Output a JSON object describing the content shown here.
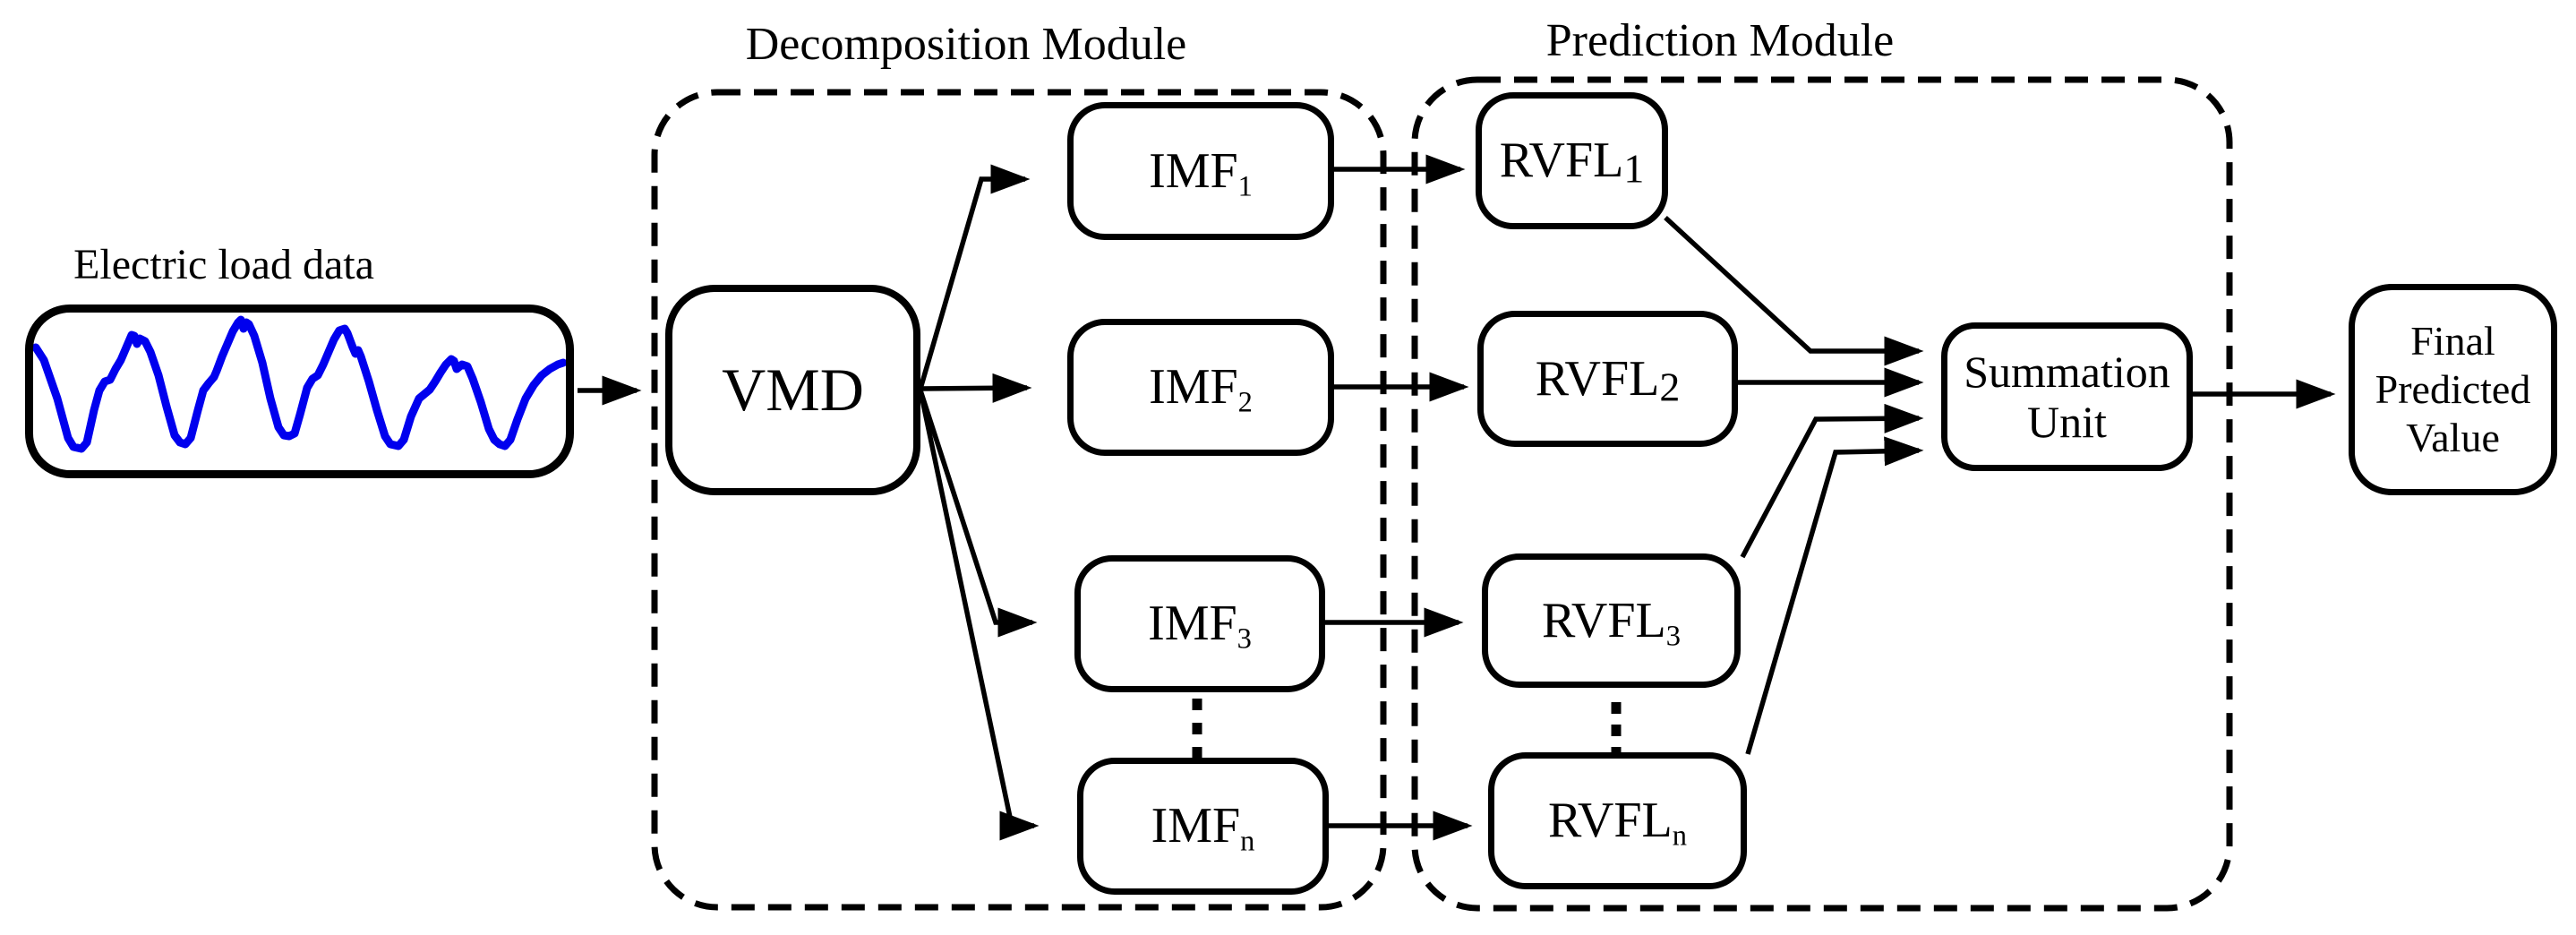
{
  "input": {
    "title": "Electric load data"
  },
  "decomposition": {
    "title": "Decomposition Module",
    "vmd": "VMD",
    "imfs": [
      {
        "base": "IMF",
        "sub": "1"
      },
      {
        "base": "IMF",
        "sub": "2"
      },
      {
        "base": "IMF",
        "sub": "3"
      },
      {
        "base": "IMF",
        "sub": "n"
      }
    ]
  },
  "prediction": {
    "title": "Prediction Module",
    "rvfls": [
      {
        "base": "RVFL",
        "sub": "1"
      },
      {
        "base": "RVFL",
        "sub": "2"
      },
      {
        "base": "RVFL",
        "sub": "3"
      },
      {
        "base": "RVFL",
        "sub": "n"
      }
    ],
    "summation": {
      "line1": "Summation",
      "line2": "Unit"
    }
  },
  "output": {
    "line1": "Final",
    "line2": "Predicted",
    "line3": "Value"
  },
  "colors": {
    "signal": "#0000EE",
    "line": "#000000",
    "background": "#FFFFFF"
  }
}
